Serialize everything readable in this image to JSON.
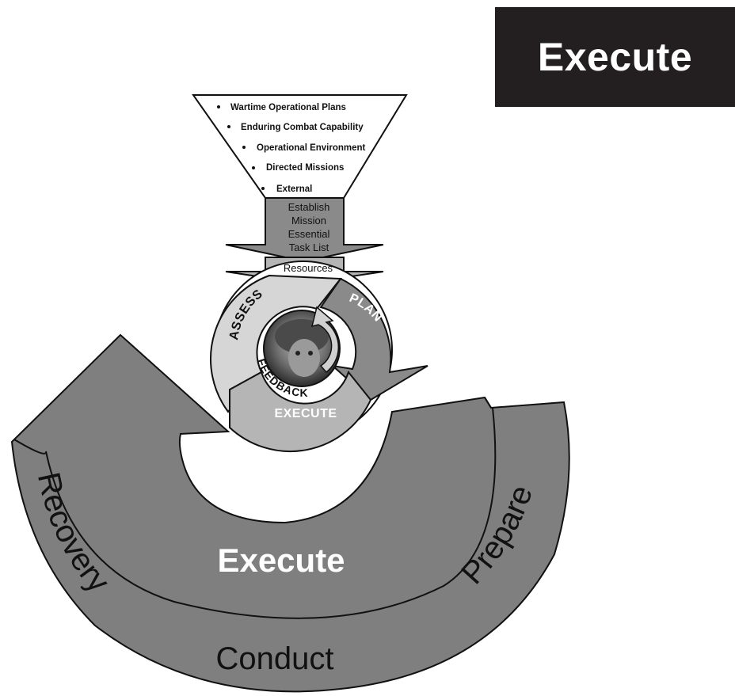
{
  "title": "Execute",
  "funnel": {
    "items": [
      "Wartime Operational Plans",
      "Enduring Combat Capability",
      "Operational Environment",
      "Directed Missions",
      "External"
    ]
  },
  "task_arrow": {
    "lines": [
      "Establish",
      "Mission",
      "Essential",
      "Task List"
    ]
  },
  "resources_label": "Resources",
  "cycle": {
    "assess": "ASSESS",
    "plan": "PLAN",
    "execute": "EXECUTE",
    "feedback": "FEEDBACK"
  },
  "ring": {
    "center_label": "Execute",
    "recovery": "Recovery",
    "conduct": "Conduct",
    "prepare": "Prepare"
  },
  "colors": {
    "ring_fill": "#7f7f7f",
    "title_bg": "#231f20",
    "assess_fill": "#d6d6d6",
    "plan_fill": "#8a8a8a",
    "execute_fill": "#b5b5b5"
  }
}
